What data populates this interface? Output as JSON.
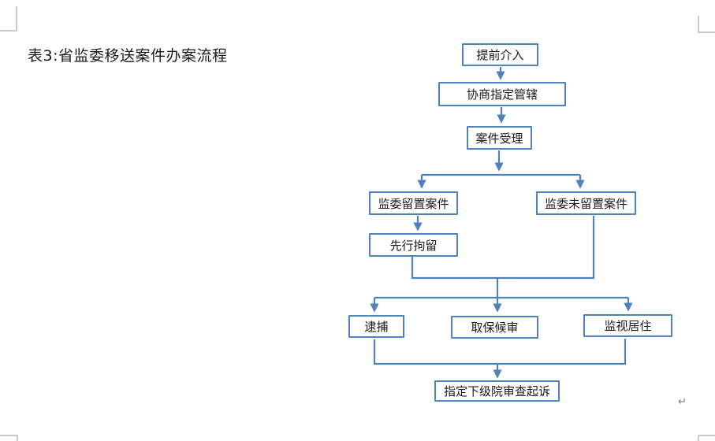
{
  "title": "表3:省监委移送案件办案流程",
  "flowchart": {
    "nodes": [
      {
        "label": "提前介入"
      },
      {
        "label": "协商指定管辖"
      },
      {
        "label": "案件受理"
      },
      {
        "label": "监委留置案件"
      },
      {
        "label": "监委未留置案件"
      },
      {
        "label": "先行拘留"
      },
      {
        "label": "逮捕"
      },
      {
        "label": "取保候审"
      },
      {
        "label": "监视居住"
      },
      {
        "label": "指定下级院审查起诉"
      }
    ],
    "edges": [
      {
        "from": "提前介入",
        "to": "协商指定管辖"
      },
      {
        "from": "协商指定管辖",
        "to": "案件受理"
      },
      {
        "from": "案件受理",
        "to": "监委留置案件"
      },
      {
        "from": "案件受理",
        "to": "监委未留置案件"
      },
      {
        "from": "监委留置案件",
        "to": "先行拘留"
      },
      {
        "from": "先行拘留",
        "to": "逮捕"
      },
      {
        "from": "先行拘留",
        "to": "取保候审"
      },
      {
        "from": "先行拘留",
        "to": "监视居住"
      },
      {
        "from": "监委未留置案件",
        "to": "逮捕"
      },
      {
        "from": "监委未留置案件",
        "to": "取保候审"
      },
      {
        "from": "监委未留置案件",
        "to": "监视居住"
      },
      {
        "from": "逮捕",
        "to": "指定下级院审查起诉"
      },
      {
        "from": "取保候审",
        "to": "指定下级院审查起诉"
      },
      {
        "from": "监视居住",
        "to": "指定下级院审查起诉"
      }
    ]
  },
  "colors": {
    "connector": "#4f81bd",
    "box_border": "#4f81bd",
    "box_fill": "#ffffff",
    "text": "#1a1a1a",
    "boundary_marks": "#a6a6a6",
    "paragraph_mark": "#7f7f7f"
  },
  "page": {
    "paragraph_mark": "↵"
  }
}
